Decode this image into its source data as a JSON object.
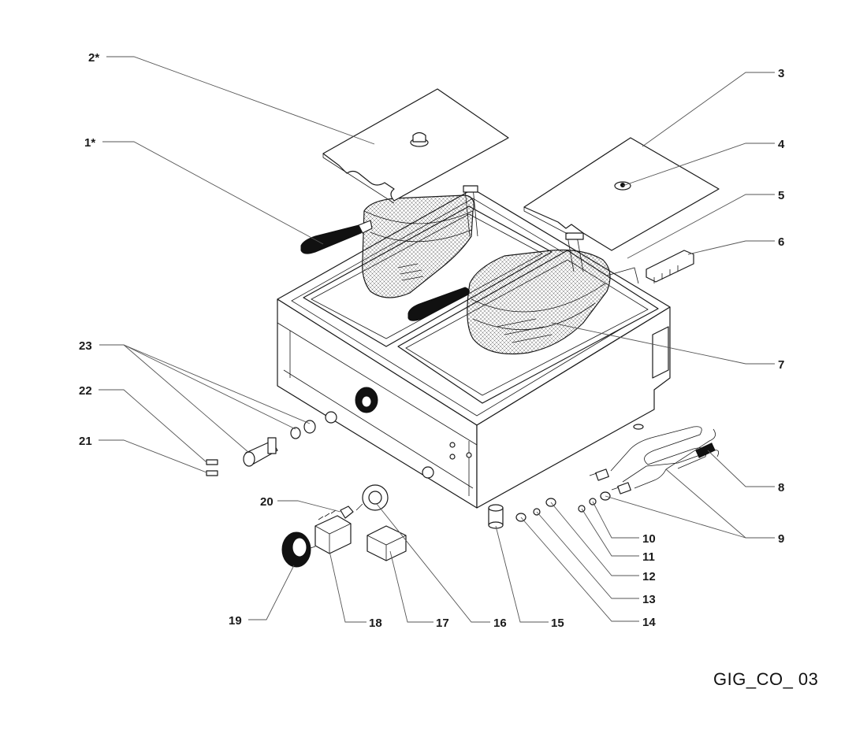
{
  "drawing_code": "GIG_CO_ 03",
  "callouts": [
    {
      "id": "c2s",
      "label": "2*"
    },
    {
      "id": "c1s",
      "label": "1*"
    },
    {
      "id": "c3",
      "label": "3"
    },
    {
      "id": "c4",
      "label": "4"
    },
    {
      "id": "c5",
      "label": "5"
    },
    {
      "id": "c6",
      "label": "6"
    },
    {
      "id": "c7",
      "label": "7"
    },
    {
      "id": "c8",
      "label": "8"
    },
    {
      "id": "c9",
      "label": "9"
    },
    {
      "id": "c10",
      "label": "10"
    },
    {
      "id": "c11",
      "label": "11"
    },
    {
      "id": "c12",
      "label": "12"
    },
    {
      "id": "c13",
      "label": "13"
    },
    {
      "id": "c14",
      "label": "14"
    },
    {
      "id": "c15",
      "label": "15"
    },
    {
      "id": "c16",
      "label": "16"
    },
    {
      "id": "c17",
      "label": "17"
    },
    {
      "id": "c18",
      "label": "18"
    },
    {
      "id": "c19",
      "label": "19"
    },
    {
      "id": "c20",
      "label": "20"
    },
    {
      "id": "c21",
      "label": "21"
    },
    {
      "id": "c22",
      "label": "22"
    },
    {
      "id": "c23",
      "label": "23"
    }
  ]
}
